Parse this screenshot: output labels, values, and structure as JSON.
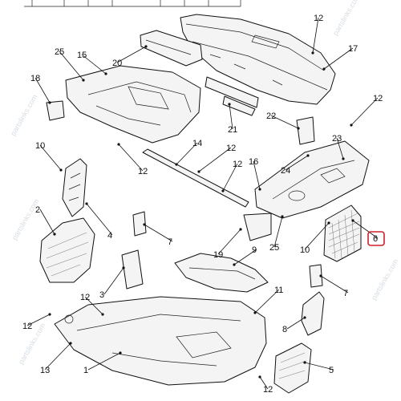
{
  "watermark": "partslinks.com",
  "highlight_color": "#d0202a",
  "callouts": [
    {
      "id": "c1",
      "label": "1"
    },
    {
      "id": "c2",
      "label": "2"
    },
    {
      "id": "c3",
      "label": "3"
    },
    {
      "id": "c4",
      "label": "4"
    },
    {
      "id": "c5",
      "label": "5"
    },
    {
      "id": "c6",
      "label": "6",
      "highlighted": true
    },
    {
      "id": "c7a",
      "label": "7"
    },
    {
      "id": "c7b",
      "label": "7"
    },
    {
      "id": "c8",
      "label": "8"
    },
    {
      "id": "c9",
      "label": "9"
    },
    {
      "id": "c10a",
      "label": "10"
    },
    {
      "id": "c10b",
      "label": "10"
    },
    {
      "id": "c11",
      "label": "11"
    },
    {
      "id": "c12a",
      "label": "12"
    },
    {
      "id": "c12b",
      "label": "12"
    },
    {
      "id": "c12c",
      "label": "12"
    },
    {
      "id": "c12d",
      "label": "12"
    },
    {
      "id": "c12e",
      "label": "12"
    },
    {
      "id": "c12f",
      "label": "12"
    },
    {
      "id": "c12g",
      "label": "12"
    },
    {
      "id": "c12h",
      "label": "12"
    },
    {
      "id": "c13",
      "label": "13"
    },
    {
      "id": "c14",
      "label": "14"
    },
    {
      "id": "c15",
      "label": "15"
    },
    {
      "id": "c16",
      "label": "16"
    },
    {
      "id": "c17",
      "label": "17"
    },
    {
      "id": "c18",
      "label": "18"
    },
    {
      "id": "c19",
      "label": "19"
    },
    {
      "id": "c20",
      "label": "20"
    },
    {
      "id": "c21",
      "label": "21"
    },
    {
      "id": "c22",
      "label": "22"
    },
    {
      "id": "c23",
      "label": "23"
    },
    {
      "id": "c24",
      "label": "24"
    },
    {
      "id": "c25a",
      "label": "25"
    },
    {
      "id": "c25b",
      "label": "25"
    }
  ]
}
